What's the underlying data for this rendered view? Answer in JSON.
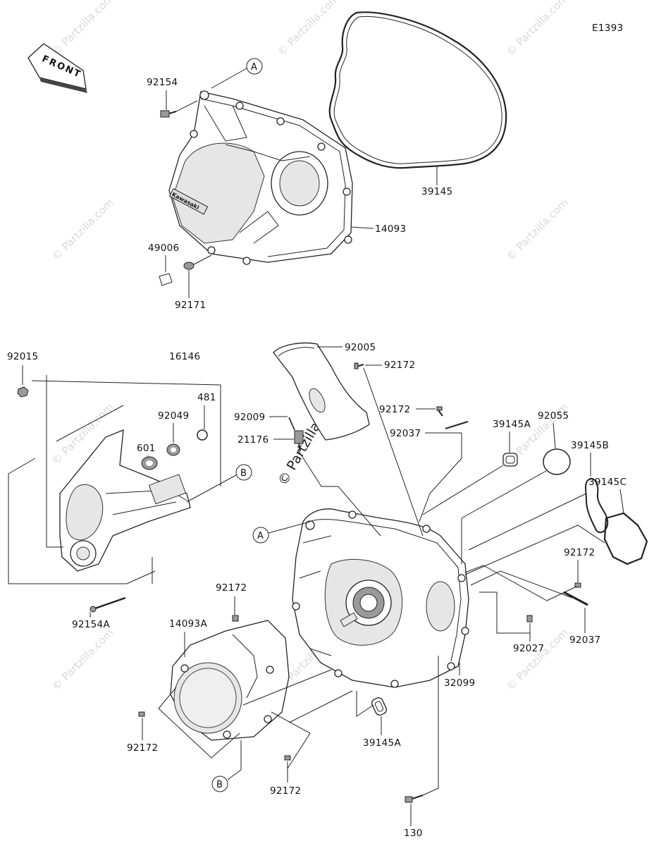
{
  "diagram": {
    "code": "E1393",
    "front_label": "FRONT",
    "brand_text": "Kawasaki",
    "watermark": "© Partzilla.com",
    "callouts": [
      "A",
      "B"
    ],
    "parts": [
      {
        "id": "p92154",
        "number": "92154"
      },
      {
        "id": "p39145",
        "number": "39145"
      },
      {
        "id": "p14093",
        "number": "14093"
      },
      {
        "id": "p49006",
        "number": "49006"
      },
      {
        "id": "p92171",
        "number": "92171"
      },
      {
        "id": "p92015",
        "number": "92015"
      },
      {
        "id": "p16146",
        "number": "16146"
      },
      {
        "id": "p481",
        "number": "481"
      },
      {
        "id": "p92049",
        "number": "92049"
      },
      {
        "id": "p601",
        "number": "601"
      },
      {
        "id": "p92005",
        "number": "92005"
      },
      {
        "id": "p92172a",
        "number": "92172"
      },
      {
        "id": "p92172b",
        "number": "92172"
      },
      {
        "id": "p92009",
        "number": "92009"
      },
      {
        "id": "p21176",
        "number": "21176"
      },
      {
        "id": "p92037a",
        "number": "92037"
      },
      {
        "id": "p39145A1",
        "number": "39145A"
      },
      {
        "id": "p92055",
        "number": "92055"
      },
      {
        "id": "p39145B",
        "number": "39145B"
      },
      {
        "id": "p39145C",
        "number": "39145C"
      },
      {
        "id": "p92172c",
        "number": "92172"
      },
      {
        "id": "p92154A",
        "number": "92154A"
      },
      {
        "id": "p92172d",
        "number": "92172"
      },
      {
        "id": "p14093A",
        "number": "14093A"
      },
      {
        "id": "p92027",
        "number": "92027"
      },
      {
        "id": "p92037b",
        "number": "92037"
      },
      {
        "id": "p32099",
        "number": "32099"
      },
      {
        "id": "p92172e",
        "number": "92172"
      },
      {
        "id": "p39145A2",
        "number": "39145A"
      },
      {
        "id": "p92172f",
        "number": "92172"
      },
      {
        "id": "p130",
        "number": "130"
      }
    ]
  }
}
